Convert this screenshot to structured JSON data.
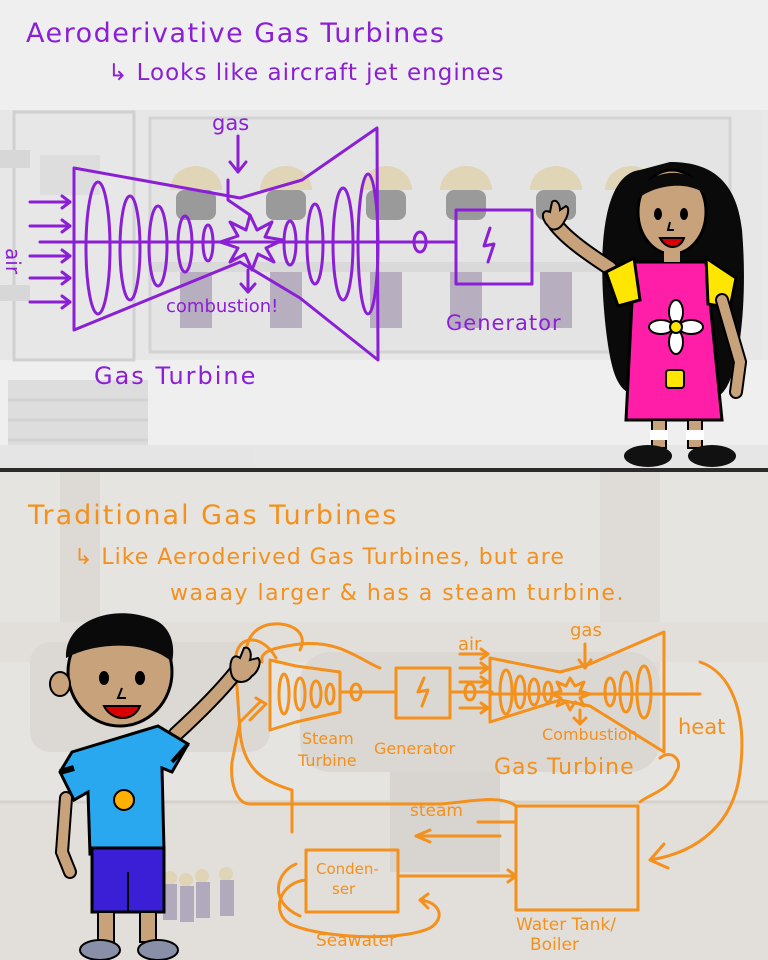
{
  "top_panel": {
    "title": "Aeroderivative Gas Turbines",
    "subtitle": "↳ Looks like aircraft jet engines",
    "labels": {
      "gas": "gas",
      "air": "air",
      "combustion": "combustion!",
      "generator": "Generator",
      "gas_turbine": "Gas Turbine"
    },
    "accent_color": "#8b1fd6"
  },
  "bottom_panel": {
    "title": "Traditional Gas Turbines",
    "subtitle_line1": "↳ Like Aeroderived Gas Turbines, but are",
    "subtitle_line2": "waaay larger & has a steam turbine.",
    "labels": {
      "air": "air",
      "gas": "gas",
      "steam_turbine_1": "Steam",
      "steam_turbine_2": "Turbine",
      "generator": "Generator",
      "combustion": "Combustion",
      "gas_turbine": "Gas Turbine",
      "heat": "heat",
      "steam": "steam",
      "condenser_1": "Conden-",
      "condenser_2": "ser",
      "seawater": "Seawater",
      "water_tank_1": "Water Tank/",
      "water_tank_2": "Boiler"
    },
    "accent_color": "#f4901c"
  },
  "colors": {
    "divider": "#2b2b2b",
    "girl_dress": "#ff1ea8",
    "girl_sleeves": "#ffe600",
    "boy_shirt": "#29a8f0",
    "boy_shorts": "#3a1fd6",
    "skin": "#c8a27a"
  }
}
